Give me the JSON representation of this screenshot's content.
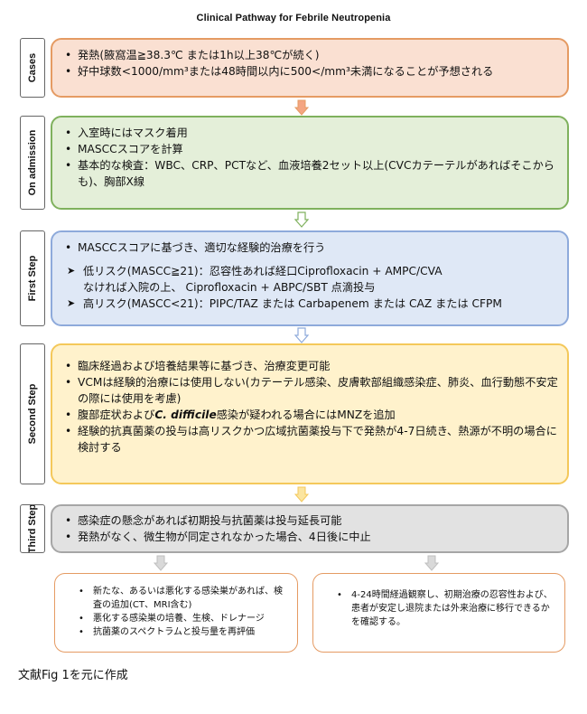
{
  "title": "Clinical Pathway for Febrile Neutropenia",
  "colors": {
    "cases_fill": "#fae0d2",
    "cases_border": "#e59b63",
    "admission_fill": "#e4efd9",
    "admission_border": "#7fb15d",
    "first_fill": "#dfe8f6",
    "first_border": "#8eaadb",
    "second_fill": "#fff2cc",
    "second_border": "#f4c85a",
    "third_fill": "#e2e2e2",
    "third_border": "#a6a6a6"
  },
  "rows": {
    "cases": {
      "label": "Cases",
      "items": [
        "発熱(腋窩温≧38.3℃ または1h以上38℃が続く)",
        "好中球数<1000/mm³または48時間以内に500</mm³未満になることが予想される"
      ]
    },
    "admission": {
      "label": "On admission",
      "items": [
        "入室時にはマスク着用",
        "MASCCスコアを計算",
        "基本的な検査：WBC、CRP、PCTなど、血液培養2セット以上(CVCカテーテルがあればそこからも)、胸部X線"
      ]
    },
    "first": {
      "label": "First Step",
      "items": [
        "MASCCスコアに基づき、適切な経験的治療を行う"
      ],
      "low_risk_1": "低リスク(MASCC≧21)：忍容性あれば経口Ciprofloxacin + AMPC/CVA",
      "low_risk_2": "なければ入院の上、 Ciprofloxacin + ABPC/SBT 点滴投与",
      "high_risk": "高リスク(MASCC<21)：PIPC/TAZ または Carbapenem または CAZ または CFPM"
    },
    "second": {
      "label": "Second Step",
      "items": [
        "臨床経過および培養結果等に基づき、治療変更可能",
        "VCMは経験的治療には使用しない(カテーテル感染、皮膚軟部組織感染症、肺炎、血行動態不安定の際には使用を考慮)",
        "経験的抗真菌薬の投与は高リスクかつ広域抗菌薬投与下で発熱が4-7日続き、熱源が不明の場合に検討する"
      ],
      "cdiff_prefix": "腹部症状および",
      "cdiff_name": "C. difficile",
      "cdiff_suffix": "感染が疑われる場合にはMNZを追加"
    },
    "third": {
      "label": "Third Step",
      "items": [
        "感染症の懸念があれば初期投与抗菌薬は投与延長可能",
        "発熱がなく、微生物が同定されなかった場合、4日後に中止"
      ]
    }
  },
  "outcomes": {
    "left": [
      "新たな、あるいは悪化する感染巣があれば、検査の追加(CT、MRI含む)",
      "悪化する感染巣の培養、生検、ドレナージ",
      "抗菌薬のスペクトラムと投与量を再評価"
    ],
    "right": [
      "4-24時間経過観察し、初期治療の忍容性および、患者が安定し退院または外来治療に移行できるかを確認する。"
    ]
  },
  "source": "文献Fig 1を元に作成"
}
